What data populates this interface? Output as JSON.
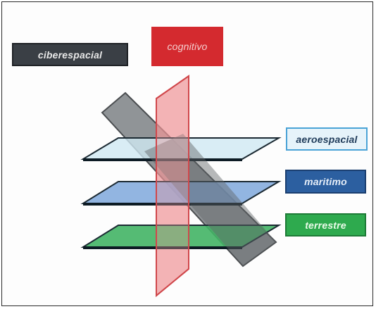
{
  "labels": {
    "ciberespacial": "ciberespacial",
    "cognitivo": "cognitivo",
    "aeroespacial": "aeroespacial",
    "maritimo": "maritimo",
    "terrestre": "terrestre"
  },
  "colors": {
    "cyber": "#3a3f45",
    "cognitive": "#d42a2f",
    "aerospace": "#e6f3fa",
    "maritime": "#2c5fa0",
    "land": "#2eaa4e"
  }
}
